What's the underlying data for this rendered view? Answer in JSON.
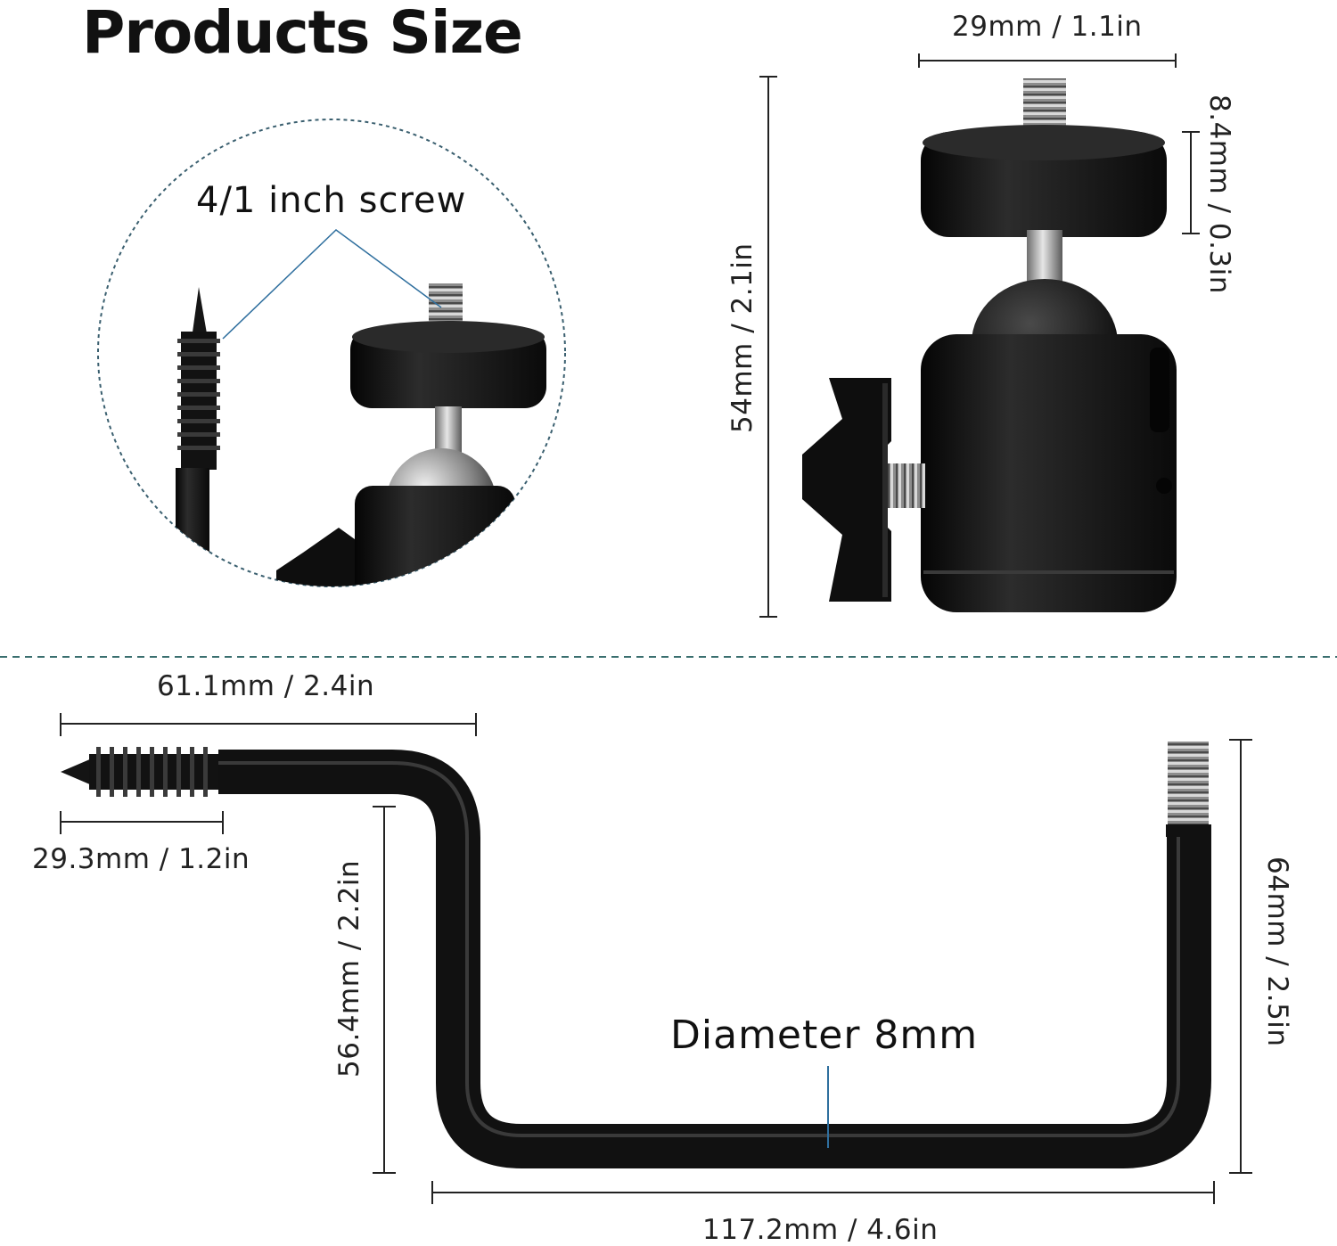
{
  "title": "Products Size",
  "callout": {
    "label": "4/1 inch screw"
  },
  "ball_head": {
    "width_label": "29mm / 1.1in",
    "plate_label": "8.4mm / 0.3in",
    "height_label": "54mm / 2.1in"
  },
  "bracket": {
    "arm_length_label": "61.1mm / 2.4in",
    "screw_length_label": "29.3mm / 1.2in",
    "vertical_left_label": "56.4mm / 2.2in",
    "vertical_right_label": "64mm / 2.5in",
    "bottom_length_label": "117.2mm / 4.6in",
    "diameter_label": "Diameter 8mm"
  },
  "colors": {
    "metal_black": "#141414",
    "steel": "#a8a8a8",
    "leader_blue": "#2f6f9e",
    "divider_teal": "#3a6f6f"
  }
}
